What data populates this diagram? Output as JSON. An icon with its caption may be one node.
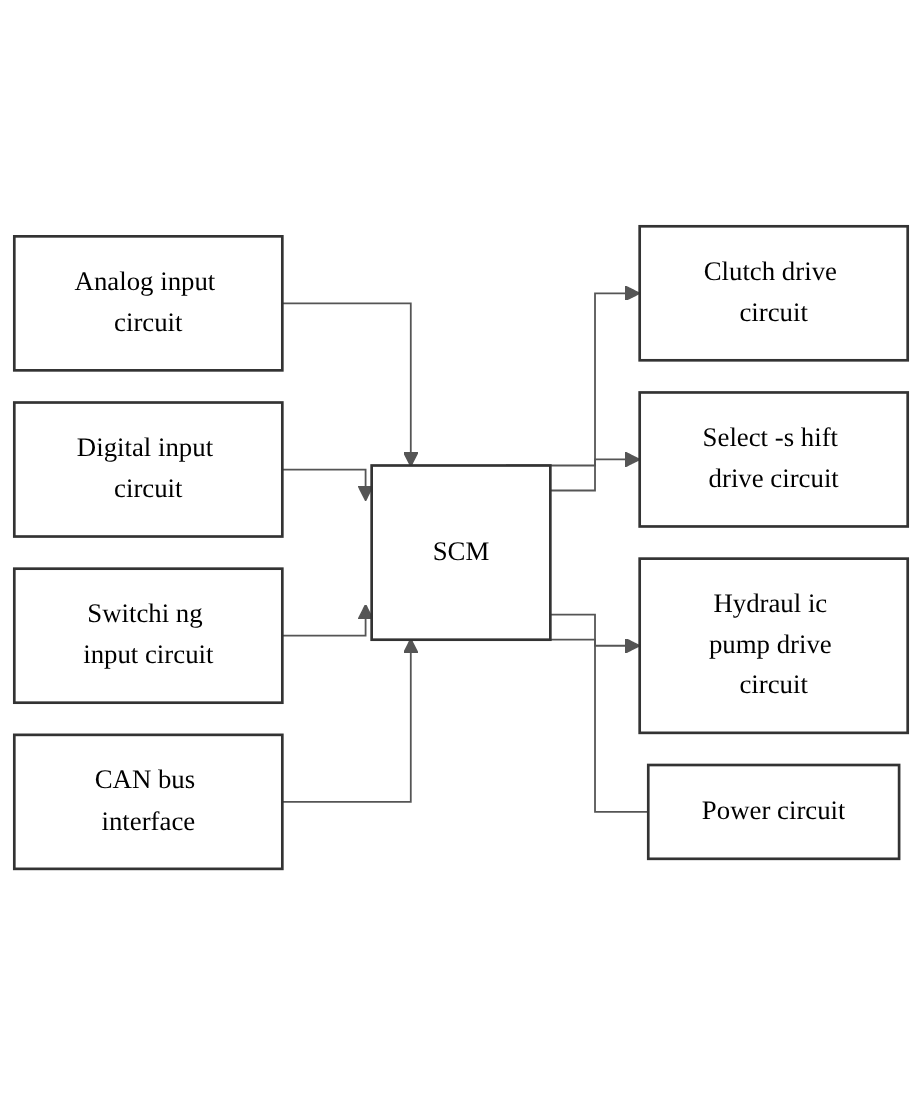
{
  "diagram": {
    "nodes": [
      {
        "text": [
          "Analog input circuit"
        ]
      },
      {
        "text": [
          "Digital input circuit"
        ]
      },
      {
        "text": [
          "Switchi ng input circuit"
        ]
      },
      {
        "text": [
          "CAN bus interface"
        ]
      },
      {
        "text": [
          "SCM"
        ]
      },
      {
        "text": [
          "Clutch drive circuit"
        ]
      },
      {
        "text": [
          "Select -s hift drive circuit"
        ]
      },
      {
        "text": [
          "Hydraul ic pump drive circuit"
        ]
      },
      {
        "text": [
          "Power circuit"
        ]
      }
    ],
    "edges": [
      {
        "from": 0,
        "to": 4,
        "arrow": "to"
      },
      {
        "from": 1,
        "to": 4,
        "arrow": "to"
      },
      {
        "from": 2,
        "to": 4,
        "arrow": "to"
      },
      {
        "from": 3,
        "to": 4,
        "arrow": "to"
      },
      {
        "from": 4,
        "to": 5,
        "arrow": "to"
      },
      {
        "from": 4,
        "to": 6,
        "arrow": "to"
      },
      {
        "from": 4,
        "to": 7,
        "arrow": "to"
      },
      {
        "from": 4,
        "to": 8,
        "arrow": "none"
      }
    ]
  }
}
